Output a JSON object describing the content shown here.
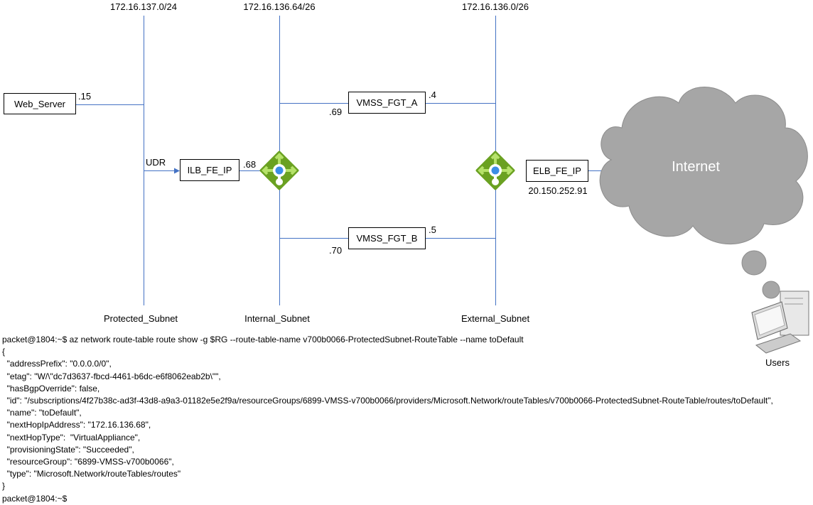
{
  "subnets": [
    {
      "cidr": "172.16.137.0/24",
      "name": "Protected_Subnet"
    },
    {
      "cidr": "172.16.136.64/26",
      "name": "Internal_Subnet"
    },
    {
      "cidr": "172.16.136.0/26",
      "name": "External_Subnet"
    }
  ],
  "nodes": {
    "web_server": "Web_Server",
    "ilb": "ILB_FE_IP",
    "fgt_a": "VMSS_FGT_A",
    "fgt_b": "VMSS_FGT_B",
    "elb": "ELB_FE_IP",
    "internet": "Internet",
    "users": "Users"
  },
  "addresses": {
    "web": ".15",
    "udr": "UDR",
    "ilb": ".68",
    "fgt_a_int": ".69",
    "fgt_a_ext": ".4",
    "fgt_b_int": ".70",
    "fgt_b_ext": ".5",
    "elb_public": "20.150.252.91"
  },
  "terminal": {
    "lines": [
      "packet@1804:~$ az network route-table route show -g $RG --route-table-name v700b0066-ProtectedSubnet-RouteTable --name toDefault",
      "{",
      "  \"addressPrefix\": \"0.0.0.0/0\",",
      "  \"etag\": \"W/\\\"dc7d3637-fbcd-4461-b6dc-e6f8062eab2b\\\"\",",
      "  \"hasBgpOverride\": false,",
      "  \"id\": \"/subscriptions/4f27b38c-ad3f-43d8-a9a3-01182e5e2f9a/resourceGroups/6899-VMSS-v700b0066/providers/Microsoft.Network/routeTables/v700b0066-ProtectedSubnet-RouteTable/routes/toDefault\",",
      "  \"name\": \"toDefault\",",
      "  \"nextHopIpAddress\": \"172.16.136.68\",",
      "  \"nextHopType\":  \"VirtualAppliance\",",
      "  \"provisioningState\": \"Succeeded\",",
      "  \"resourceGroup\": \"6899-VMSS-v700b0066\",",
      "  \"type\": \"Microsoft.Network/routeTables/routes\"",
      "}",
      "packet@1804:~$"
    ]
  },
  "colors": {
    "line": "#4472c4",
    "lb_green": "#6aa121",
    "lb_light": "#a5d64c",
    "lb_blue": "#3c8ee6",
    "cloud": "#a6a6a6"
  }
}
